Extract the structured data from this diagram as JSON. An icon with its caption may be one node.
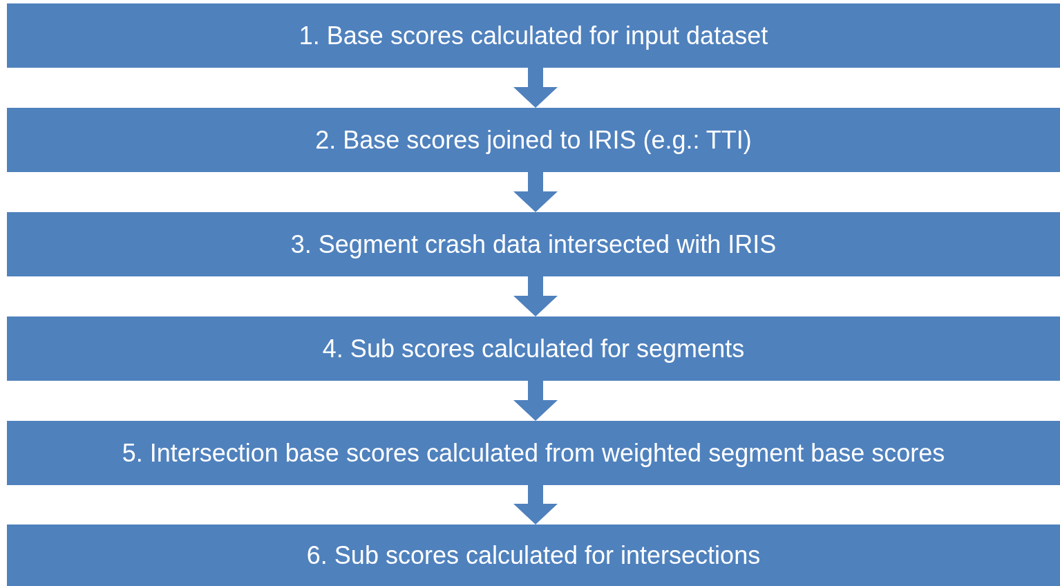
{
  "diagram": {
    "nodes": [
      {
        "text": [
          "1. Base scores calculated for input dataset"
        ]
      },
      {
        "text": [
          "2. Base scores joined to IRIS (e.g.: TTI)"
        ]
      },
      {
        "text": [
          "3. Segment crash data intersected with IRIS"
        ]
      },
      {
        "text": [
          "4. Sub scores calculated for segments"
        ]
      },
      {
        "text": [
          "5. Intersection base scores calculated from weighted segment base scores"
        ]
      },
      {
        "text": [
          "6. Sub scores calculated for intersections"
        ]
      }
    ],
    "edges": [
      {
        "from": 0,
        "to": 1,
        "arrow": "to"
      },
      {
        "from": 1,
        "to": 2,
        "arrow": "to"
      },
      {
        "from": 2,
        "to": 3,
        "arrow": "to"
      },
      {
        "from": 3,
        "to": 4,
        "arrow": "to"
      },
      {
        "from": 4,
        "to": 5,
        "arrow": "to"
      }
    ]
  }
}
